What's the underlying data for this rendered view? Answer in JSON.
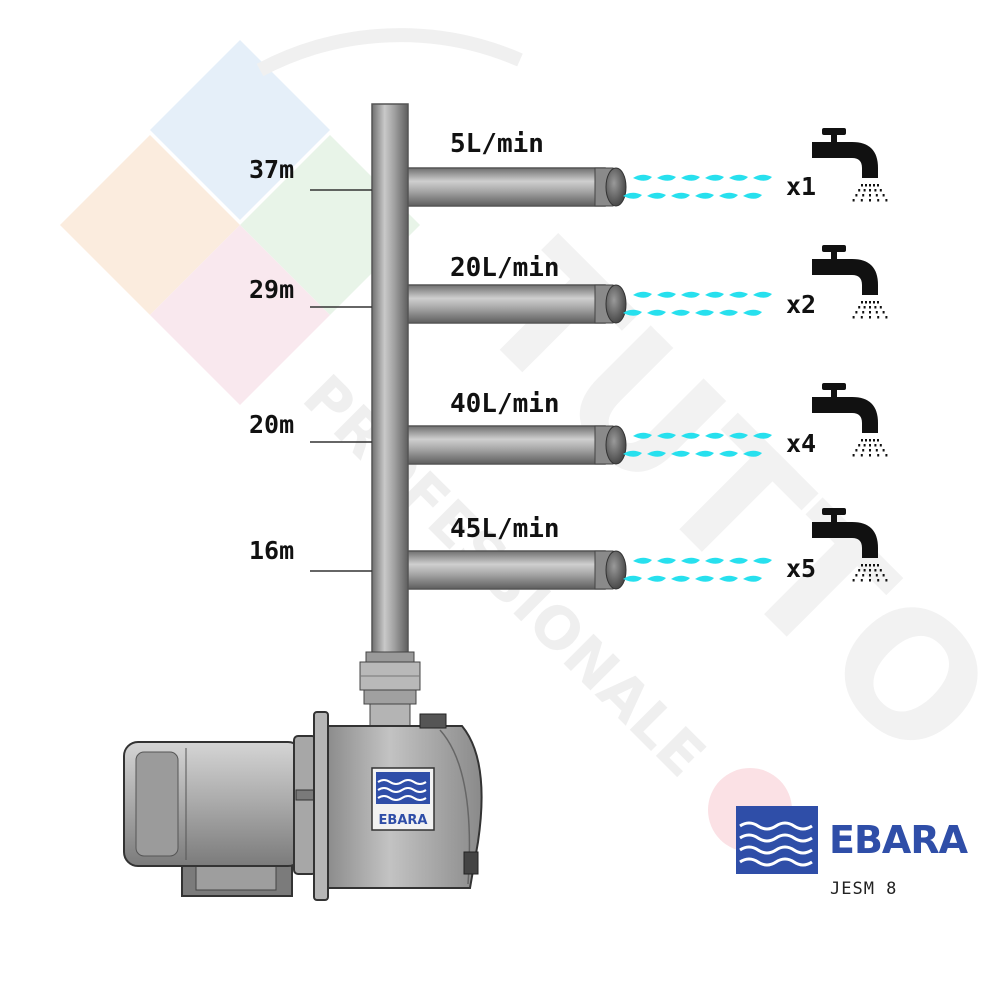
{
  "watermark": {
    "word": "TUTTO",
    "subword": "PROFESSIONALE",
    "colors": [
      "#7fb3e0",
      "#8fcf8f",
      "#f3b27a",
      "#e99ab4"
    ]
  },
  "riser": {
    "levels": [
      {
        "height_label": "37m",
        "flow_label": "5L/min",
        "multiplier": "x1"
      },
      {
        "height_label": "29m",
        "flow_label": "20L/min",
        "multiplier": "x2"
      },
      {
        "height_label": "20m",
        "flow_label": "40L/min",
        "multiplier": "x4"
      },
      {
        "height_label": "16m",
        "flow_label": "45L/min",
        "multiplier": "x5"
      }
    ]
  },
  "pump": {
    "badge_text": "EBARA",
    "body_color": "#a8a8a8"
  },
  "brand": {
    "name": "EBARA",
    "model": "JESM 8",
    "color": "#2f4ea8"
  },
  "colors": {
    "pipe": "#9a9a9a",
    "water": "#27e0ee",
    "faucet": "#111111"
  }
}
